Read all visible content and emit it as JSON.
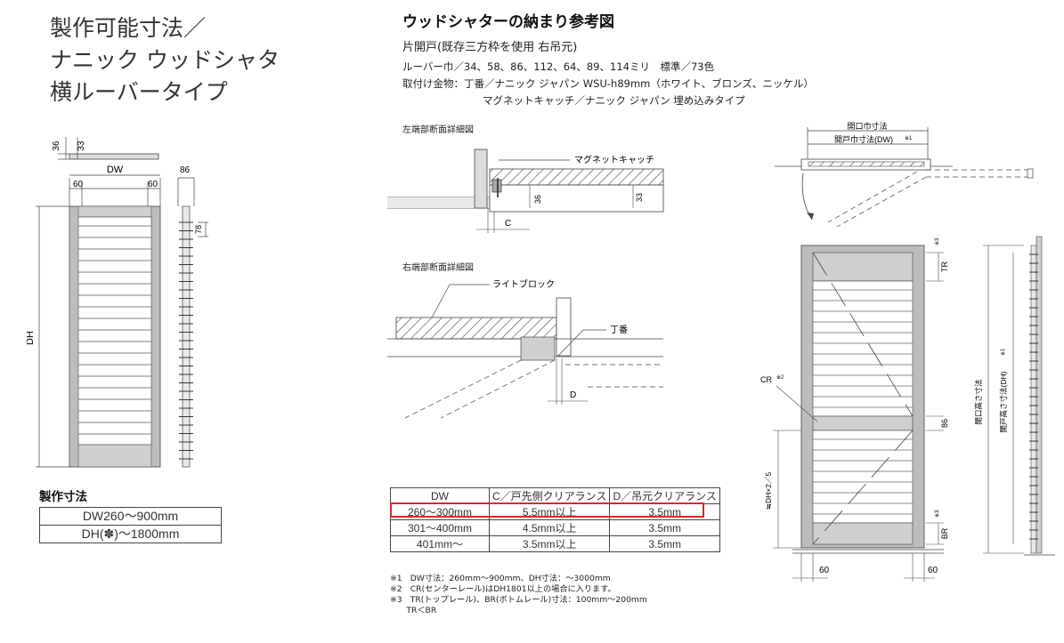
{
  "left": {
    "title_lines": [
      "製作可能寸法／",
      "ナニック ウッドシャタ",
      "横ルーバータイプ"
    ],
    "dims": {
      "t36": "36",
      "t33": "33",
      "dw": "DW",
      "w60a": "60",
      "w60b": "60",
      "d86": "86",
      "d78": "78",
      "dh": "DH"
    },
    "size_heading": "製作寸法",
    "size_rows": [
      "DW260〜900mm",
      "DH(✽)〜1800mm"
    ]
  },
  "right": {
    "title": "ウッドシャターの納まり参考図",
    "subtitle": "片開戸(既存三方枠を使用 右吊元)",
    "spec_lines": [
      "ルーバー巾／34、58、86、112、64、89、114ミリ　標準／73色",
      "取付け金物：丁番／ナニック ジャパン WSU-h89mm（ホワイト、ブロンズ、ニッケル）",
      "マグネットキャッチ／ナニック ジャパン 埋め込みタイプ"
    ],
    "left_section": {
      "title": "左端部断面詳細図",
      "magnet": "マグネットキャッチ",
      "d36": "36",
      "d33": "33",
      "c": "C"
    },
    "right_section": {
      "title": "右端部断面詳細図",
      "lightblock": "ライトブロック",
      "hinge": "丁番",
      "d": "D"
    },
    "plan": {
      "opening": "開口巾寸法",
      "door_width": "開戸巾寸法(DW)",
      "door_width_sup": "※1"
    },
    "elevation": {
      "tr": "TR",
      "tr_sup": "※3",
      "br": "BR",
      "br_sup": "※3",
      "cr": "CR",
      "cr_sup": "※2",
      "d86": "86",
      "dh25": "≒DH×2／5",
      "w60a": "60",
      "w60b": "60",
      "open_h": "開口高さ寸法",
      "door_h": "開戸高さ寸法(DH)",
      "door_h_sup": "※1"
    },
    "table": {
      "headers": [
        "DW",
        "C／戸先側クリアランス",
        "D／吊元クリアランス"
      ],
      "rows": [
        [
          "260〜300mm",
          "5.5mm以上",
          "3.5mm"
        ],
        [
          "301〜400mm",
          "4.5mm以上",
          "3.5mm"
        ],
        [
          "401mm〜",
          "3.5mm以上",
          "3.5mm"
        ]
      ]
    },
    "notes": [
      "※1　DW寸法：260mm〜900mm、DH寸法：〜3000mm",
      "※2　CR(センターレール)はDH1801以上の場合に入ります。",
      "※3　TR(トップレール)、BR(ボトムレール)寸法：100mm〜200mm",
      "　　TR＜BR"
    ]
  },
  "colors": {
    "frame": "#bdbdbd",
    "dark": "#555555",
    "highlight": "#e0262b"
  }
}
